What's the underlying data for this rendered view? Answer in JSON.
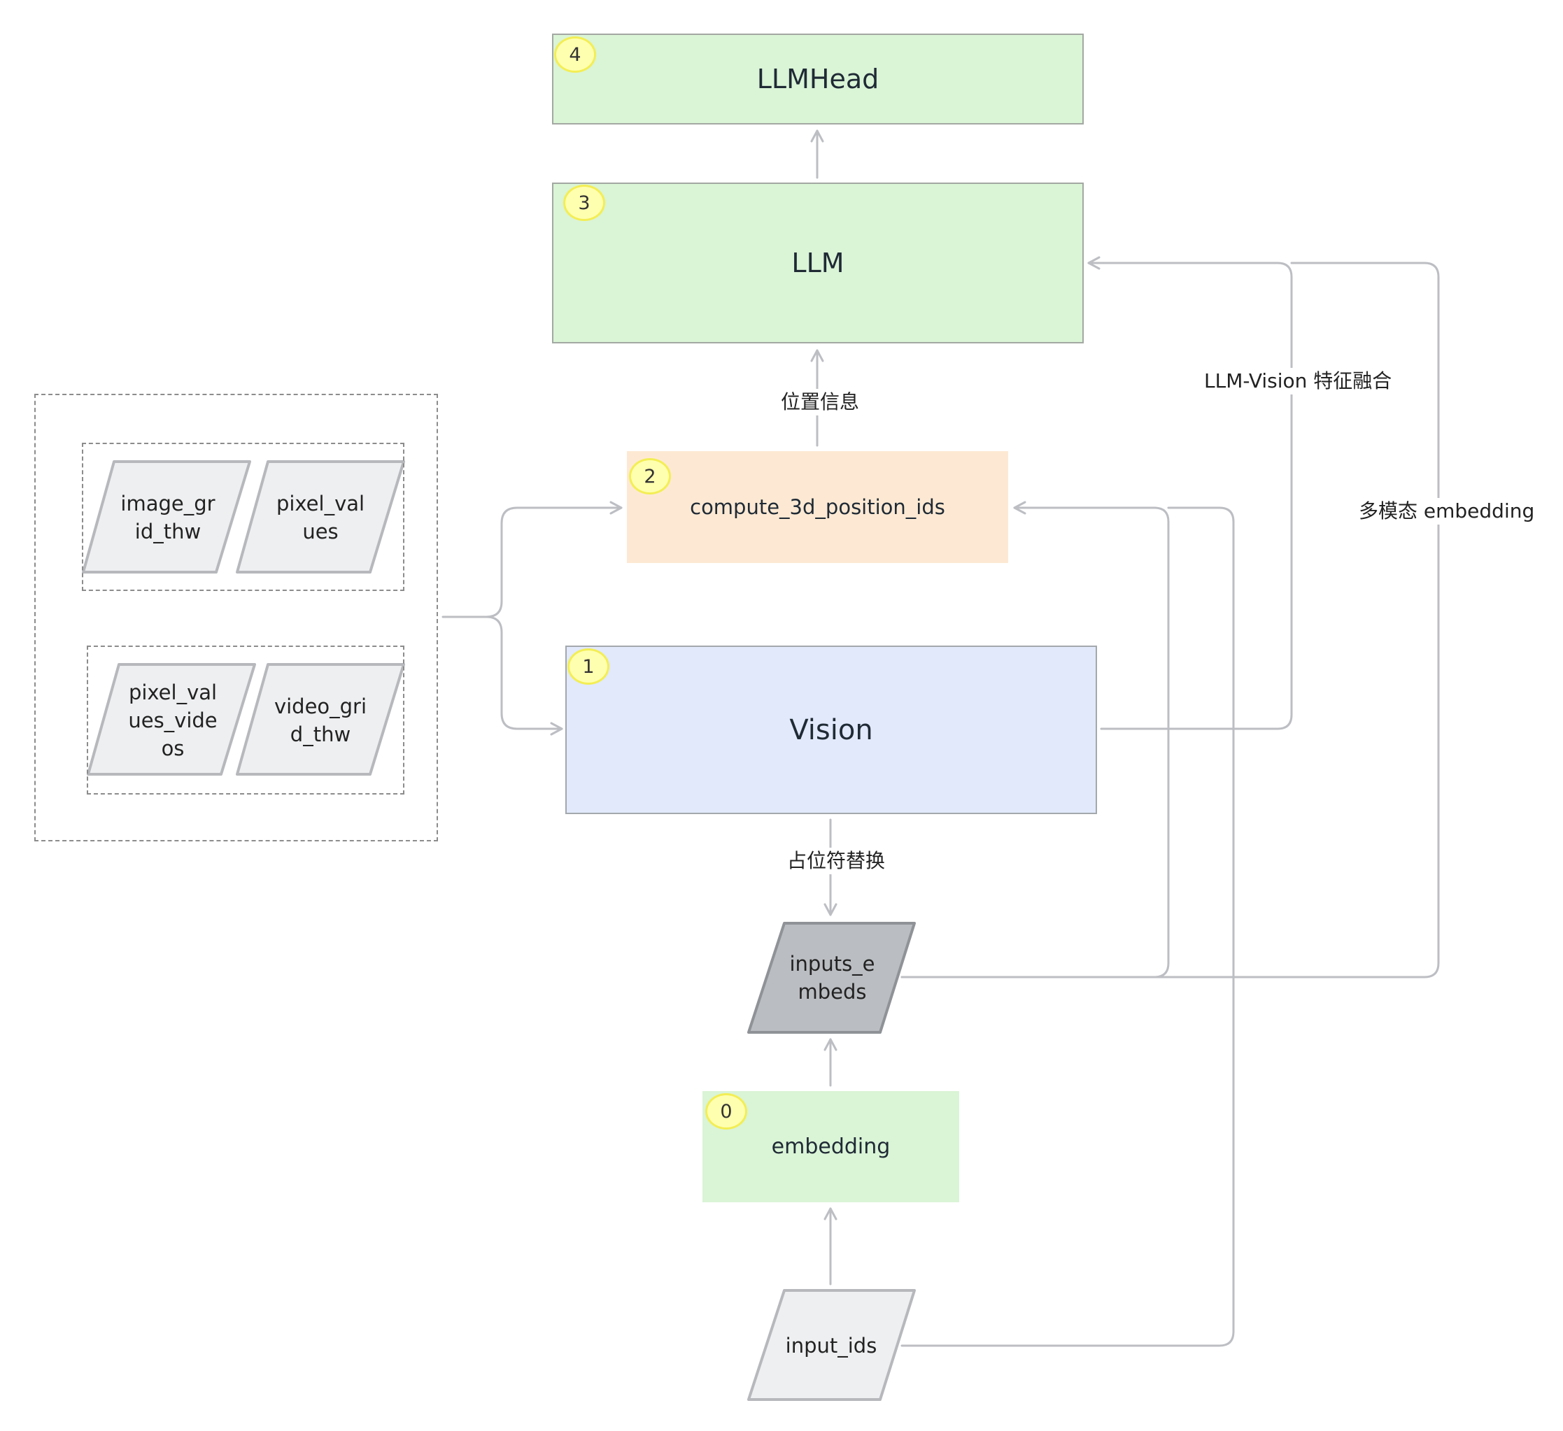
{
  "nodes": {
    "llm_head": {
      "label": "LLMHead",
      "badge": "4"
    },
    "llm": {
      "label": "LLM",
      "badge": "3"
    },
    "position": {
      "label": "compute_3d_position_ids",
      "badge": "2"
    },
    "vision": {
      "label": "Vision",
      "badge": "1"
    },
    "embedding": {
      "label": "embedding",
      "badge": "0"
    }
  },
  "inputs": {
    "image_grid_thw": "image_grid_thw",
    "pixel_values": "pixel_values",
    "pixel_values_videos": "pixel_values_videos",
    "video_grid_thw": "video_grid_thw",
    "inputs_embeds": "inputs_embeds",
    "input_ids": "input_ids"
  },
  "edge_labels": {
    "position_info": "位置信息",
    "placeholder_replace": "占位符替换",
    "feature_fusion": "LLM-Vision 特征融合",
    "multimodal_embedding": "多模态 embedding"
  },
  "colors": {
    "green": "#daf4d6",
    "peach": "#fde9d3",
    "blue": "#e1e9fb",
    "input_fill": "#eeeff1",
    "embeds_fill": "#babdc1",
    "edge": "#bcbec3",
    "badge": "#ffffb0"
  }
}
